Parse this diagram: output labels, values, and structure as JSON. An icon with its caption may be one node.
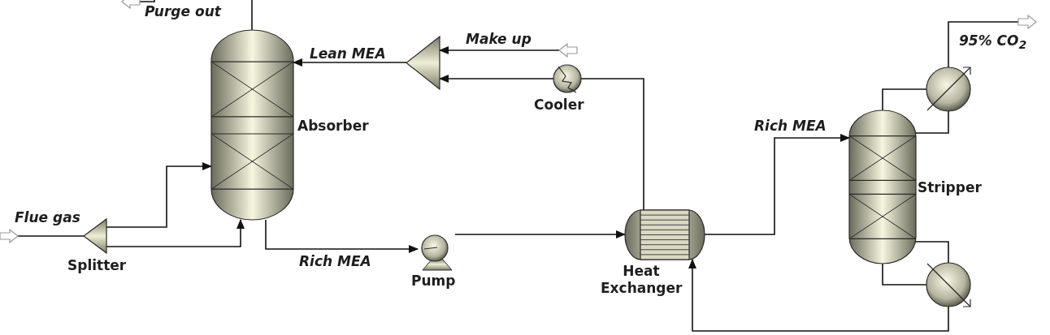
{
  "diagram": {
    "nodes": [
      {
        "text": [
          "Absorber"
        ]
      },
      {
        "text": [
          "Splitter"
        ]
      },
      {
        "text": [],
        "shape": "triangle"
      },
      {
        "text": [
          "Cooler"
        ]
      },
      {
        "text": [
          "Pump"
        ]
      },
      {
        "text": [
          "Heat Exchanger"
        ]
      },
      {
        "text": [
          "Stripper"
        ]
      },
      {
        "text": [],
        "shape": "circle"
      },
      {
        "text": [],
        "shape": "circle"
      },
      {
        "text": [],
        "shape": "arrow"
      },
      {
        "text": [],
        "shape": "arrow"
      },
      {
        "text": [],
        "shape": "arrow"
      },
      {
        "text": [],
        "shape": "arrow"
      }
    ],
    "edges": [
      {
        "from": 9,
        "to": 1,
        "arrow": "none",
        "label": "Flue gas"
      },
      {
        "from": 1,
        "to": 0,
        "arrow": "to"
      },
      {
        "from": 1,
        "to": 0,
        "arrow": "to"
      },
      {
        "from": 0,
        "to": 10,
        "arrow": "none",
        "label": "Purge out"
      },
      {
        "from": 2,
        "to": 0,
        "arrow": "to",
        "label": "Lean MEA"
      },
      {
        "from": 11,
        "to": 2,
        "arrow": "to",
        "label": "Make up"
      },
      {
        "from": 3,
        "to": 2,
        "arrow": "to"
      },
      {
        "from": 5,
        "to": 3,
        "arrow": "none"
      },
      {
        "from": 0,
        "to": 4,
        "arrow": "to",
        "label": "Rich MEA"
      },
      {
        "from": 4,
        "to": 5,
        "arrow": "to"
      },
      {
        "from": 5,
        "to": 6,
        "arrow": "to",
        "label": "Rich MEA"
      },
      {
        "from": 6,
        "to": 7,
        "arrow": "none"
      },
      {
        "from": 7,
        "to": 6,
        "arrow": "none"
      },
      {
        "from": 7,
        "to": 12,
        "arrow": "none",
        "label": "95% CO$_{2}$"
      },
      {
        "from": 6,
        "to": 8,
        "arrow": "none"
      },
      {
        "from": 6,
        "to": 8,
        "arrow": "none"
      },
      {
        "from": 8,
        "to": 5,
        "arrow": "to"
      }
    ]
  }
}
